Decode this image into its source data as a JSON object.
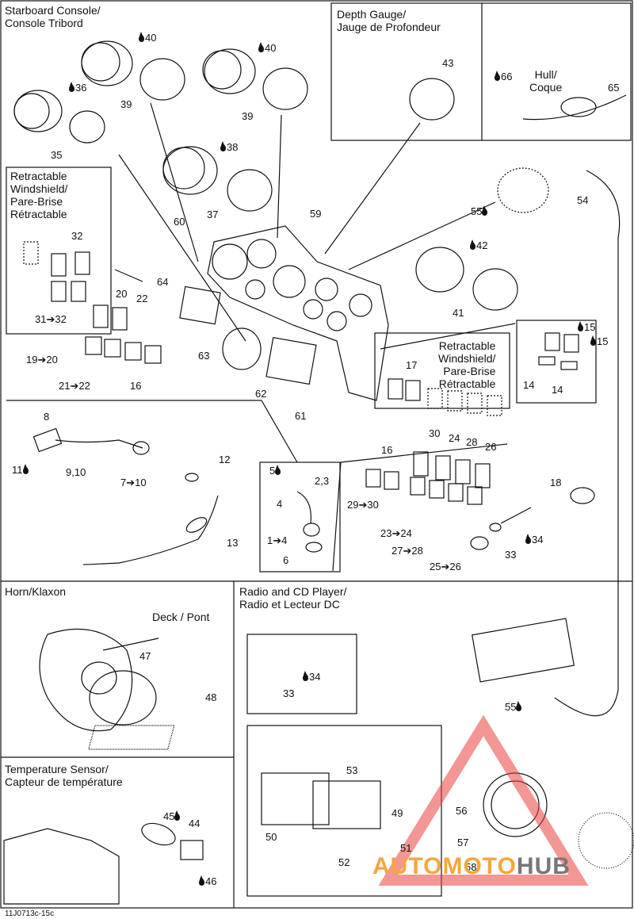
{
  "sections": {
    "starboard_console": "Starboard Console/\nConsole Tribord",
    "depth_gauge": "Depth Gauge/\nJauge de Profondeur",
    "hull": "Hull/\nCoque",
    "windshield_left": "Retractable\nWindshield/\nPare-Brise\nRétractable",
    "windshield_right": "Retractable\nWindshield/\nPare-Brise\nRétractable",
    "horn": "Horn/Klaxon",
    "deck": "Deck / Pont",
    "radio": "Radio and CD Player/\nRadio et Lecteur DC",
    "temp_sensor": "Temperature Sensor/\nCapteur de température"
  },
  "callouts": {
    "c40a": "40",
    "c40b": "40",
    "c36": "36",
    "c39a": "39",
    "c39b": "39",
    "c35": "35",
    "c38": "38",
    "c37": "37",
    "c43": "43",
    "c66": "66",
    "c65": "65",
    "c54": "54",
    "c55a": "55",
    "c60": "60",
    "c59": "59",
    "c42": "42",
    "c41": "41",
    "c32": "32",
    "c31": "31➔32",
    "c64": "64",
    "c20": "20",
    "c22": "22",
    "c19": "19➔20",
    "c21": "21➔22",
    "c16a": "16",
    "c63": "63",
    "c62": "62",
    "c61": "61",
    "c15a": "15",
    "c15b": "15",
    "c14a": "14",
    "c14b": "14",
    "c17": "17",
    "c8": "8",
    "c11": "11",
    "c910": "9,10",
    "c710": "7➔10",
    "c12": "12",
    "c13": "13",
    "c5": "5",
    "c23": "2,3",
    "c4": "4",
    "c14": "1➔4",
    "c6": "6",
    "c30": "30",
    "c24": "24",
    "c28": "28",
    "c26": "26",
    "c16b": "16",
    "c2930": "29➔30",
    "c2324": "23➔24",
    "c2728": "27➔28",
    "c2526": "25➔26",
    "c18": "18",
    "c34a": "34",
    "c33a": "33",
    "c47": "47",
    "c48": "48",
    "c34b": "34",
    "c33b": "33",
    "c55b": "55",
    "c53": "53",
    "c49": "49",
    "c50": "50",
    "c51": "51",
    "c52": "52",
    "c56": "56",
    "c57": "57",
    "c58": "58",
    "c45": "45",
    "c44": "44",
    "c46": "46"
  },
  "footer": {
    "code": "11J0713c-15c"
  },
  "watermark": {
    "text_a": "AUTO",
    "text_b": "MOTO",
    "text_c": "HUB",
    "color_a": "#f4a640",
    "color_b": "#f4a640",
    "color_c": "#777777",
    "triangle_color": "#e8413a"
  }
}
